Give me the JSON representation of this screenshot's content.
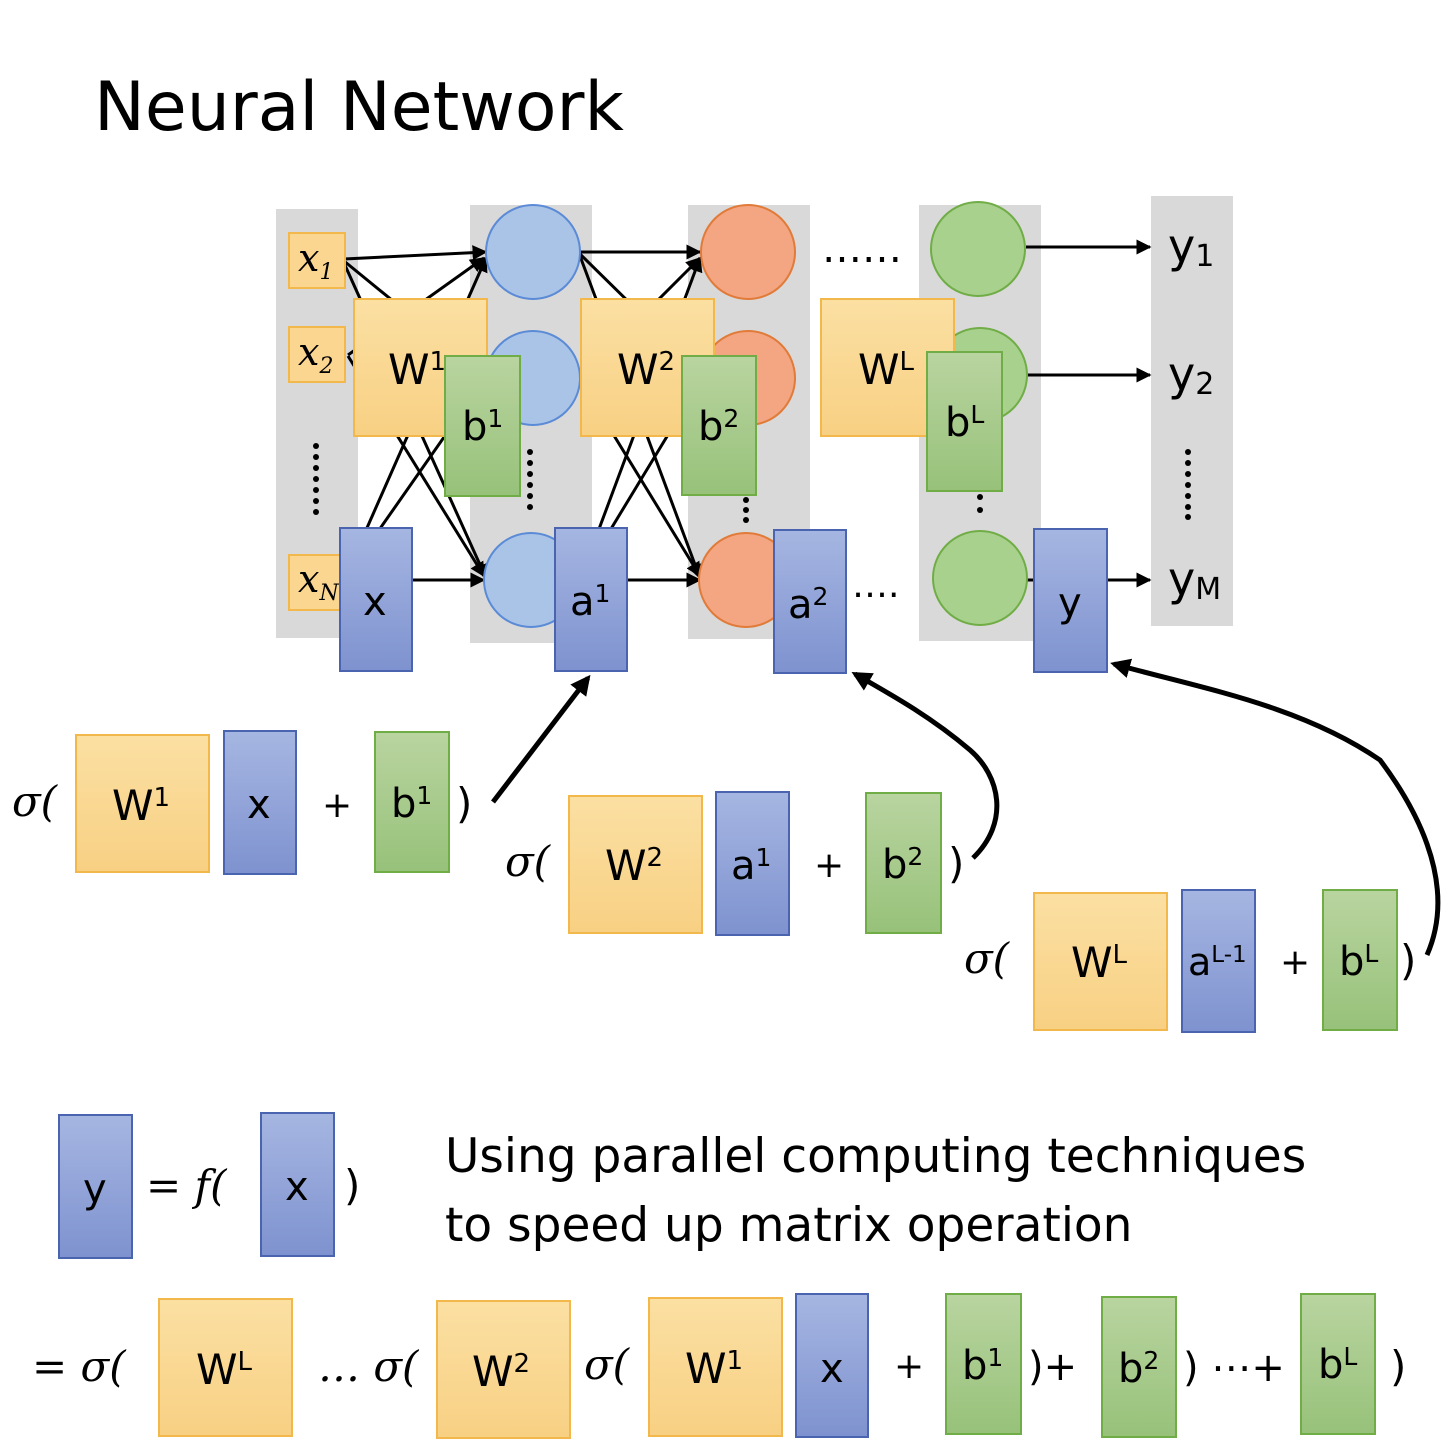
{
  "title": "Neural Network",
  "colors": {
    "weight_fill": "#fad690",
    "weight_stroke": "#f2b84b",
    "vector_fill": "#8fa2d8",
    "vector_stroke": "#4a64b0",
    "bias_fill": "#a9cb8c",
    "bias_stroke": "#70ad47",
    "panel": "#d9d9d9",
    "node_blue": "#a9c4e6",
    "node_blue_stroke": "#5b8bd6",
    "node_orange": "#f4a582",
    "node_orange_stroke": "#e07b39",
    "node_green": "#a9d18e",
    "node_green_stroke": "#70ad47"
  },
  "network": {
    "inputs": [
      {
        "base": "x",
        "sub": "1"
      },
      {
        "base": "x",
        "sub": "2"
      },
      {
        "base": "x",
        "sub": "N"
      }
    ],
    "outputs": [
      {
        "base": "y",
        "sub": "1"
      },
      {
        "base": "y",
        "sub": "2"
      },
      {
        "base": "y",
        "sub": "M"
      }
    ],
    "layer_gap": "……",
    "vector_gap": "….",
    "weights": [
      {
        "base": "W",
        "sup": "1"
      },
      {
        "base": "W",
        "sup": "2"
      },
      {
        "base": "W",
        "sup": "L"
      }
    ],
    "biases": [
      {
        "base": "b",
        "sup": "1"
      },
      {
        "base": "b",
        "sup": "2"
      },
      {
        "base": "b",
        "sup": "L"
      }
    ],
    "vectors": [
      {
        "base": "x",
        "sup": ""
      },
      {
        "base": "a",
        "sup": "1"
      },
      {
        "base": "a",
        "sup": "2"
      },
      {
        "base": "y",
        "sup": ""
      }
    ]
  },
  "layer_equations": [
    {
      "sigma": "σ(",
      "weight": {
        "base": "W",
        "sup": "1"
      },
      "input": {
        "base": "x",
        "sup": ""
      },
      "plus": "+",
      "bias": {
        "base": "b",
        "sup": "1"
      },
      "close": ")"
    },
    {
      "sigma": "σ(",
      "weight": {
        "base": "W",
        "sup": "2"
      },
      "input": {
        "base": "a",
        "sup": "1"
      },
      "plus": "+",
      "bias": {
        "base": "b",
        "sup": "2"
      },
      "close": ")"
    },
    {
      "sigma": "σ(",
      "weight": {
        "base": "W",
        "sup": "L"
      },
      "input": {
        "base": "a",
        "sup": "L-1"
      },
      "plus": "+",
      "bias": {
        "base": "b",
        "sup": "L"
      },
      "close": ")"
    }
  ],
  "function_eq": {
    "output": "y",
    "equals_f": "= f(",
    "input": "x",
    "close": ")"
  },
  "note": [
    "Using parallel computing techniques",
    "to speed up matrix operation"
  ],
  "expansion": {
    "lead": "= σ(",
    "wl": {
      "base": "W",
      "sup": "L"
    },
    "dots_sigma": "… σ(",
    "w2": {
      "base": "W",
      "sup": "2"
    },
    "sigma": "σ(",
    "w1": {
      "base": "W",
      "sup": "1"
    },
    "x": "x",
    "plus": "+",
    "b1": {
      "base": "b",
      "sup": "1"
    },
    "close_plus": ")+",
    "b2": {
      "base": "b",
      "sup": "2"
    },
    "close_dots_plus": ") ⋯+",
    "bl": {
      "base": "b",
      "sup": "L"
    },
    "close": ")"
  }
}
